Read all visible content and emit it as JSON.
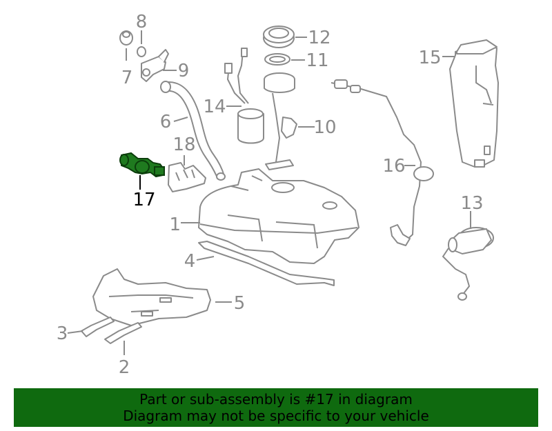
{
  "callouts": {
    "c1": "1",
    "c2": "2",
    "c3": "3",
    "c4": "4",
    "c5": "5",
    "c6": "6",
    "c7": "7",
    "c8": "8",
    "c9": "9",
    "c10": "10",
    "c11": "11",
    "c12": "12",
    "c13": "13",
    "c14": "14",
    "c15": "15",
    "c16": "16",
    "c17": "17",
    "c18": "18"
  },
  "highlighted_part": "17",
  "colors": {
    "highlight": "#1f7a1f",
    "banner": "#0f6a0f",
    "line": "#8a8a8a"
  },
  "banner": {
    "line1": "Part or sub-assembly is #17 in diagram",
    "line2": "Diagram may not be specific to your vehicle"
  }
}
